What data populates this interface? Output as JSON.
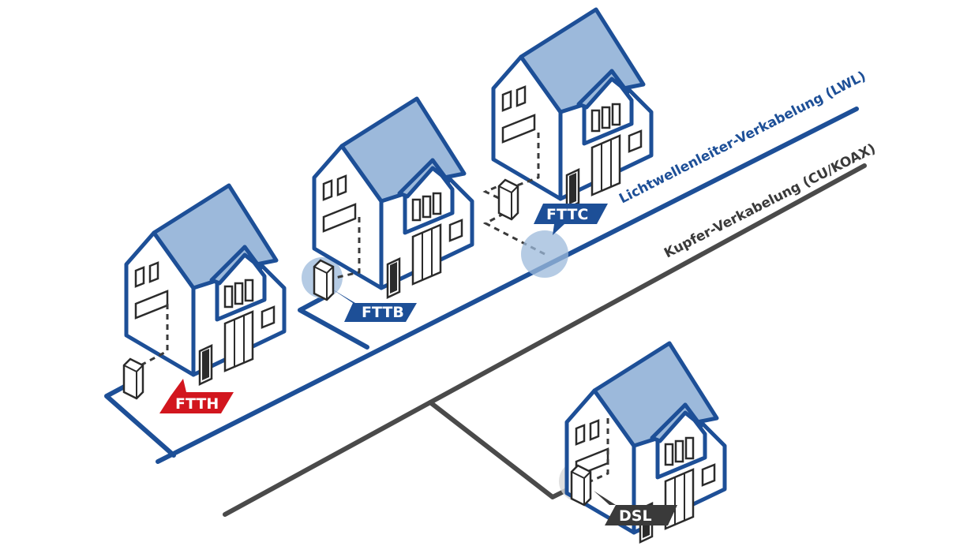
{
  "labels": {
    "ftth": "FTTH",
    "fttb": "FTTB",
    "fttc": "FTTC",
    "dsl": "DSL"
  },
  "lines": {
    "fiber": "Lichtwellenleiter-Verkabelung (LWL)",
    "copper": "Kupfer-Verkabelung (CU/KOAX)"
  },
  "colors": {
    "fiber": "#1d4f97",
    "copper": "#4a4a4a",
    "roof": "#9cb9db",
    "ftth_badge": "#d2161e",
    "blue_badge": "#1d4f97",
    "dsl_badge": "#3a3a3a",
    "highlight": "#9cb9db"
  }
}
